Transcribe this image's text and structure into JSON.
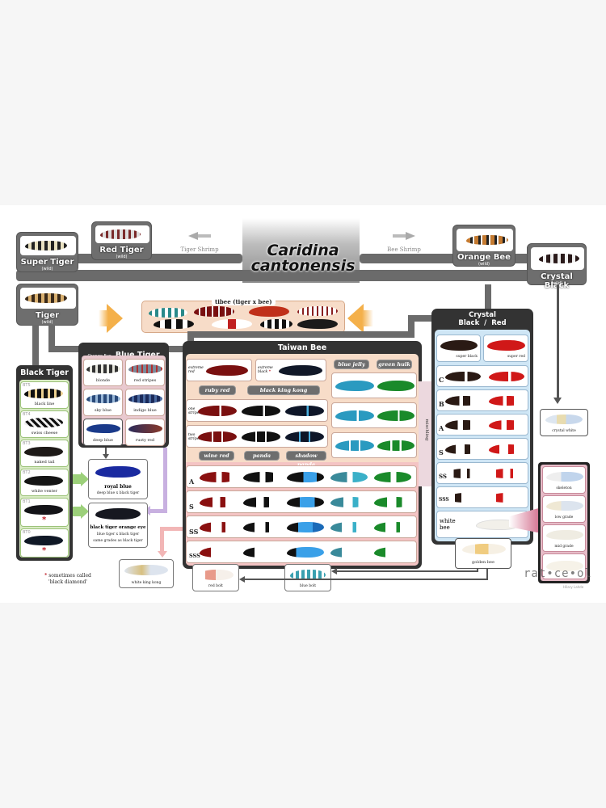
{
  "title": {
    "line1": "Caridina",
    "line2": "cantonensis"
  },
  "directions": {
    "tiger": "Tiger Shrimp",
    "bee": "Bee Shrimp"
  },
  "wild": [
    {
      "name": "Super Tiger",
      "sub": "(wild)"
    },
    {
      "name": "Red Tiger",
      "sub": "(wild)"
    },
    {
      "name": "Tiger",
      "sub": "(wild)"
    },
    {
      "name": "Orange Bee",
      "sub": "(wild)"
    },
    {
      "name": "Crystal Black",
      "sub": "(wild)"
    }
  ],
  "tibee": {
    "label": "tibee (tiger x bee)"
  },
  "black_tiger": {
    "title": "Black Tiger",
    "items": [
      {
        "code": "BT5",
        "name": "black line"
      },
      {
        "code": "BT4",
        "name": "swiss cheese"
      },
      {
        "code": "BT3",
        "name": "naked tail"
      },
      {
        "code": "BT2",
        "name": "white venter"
      },
      {
        "code": "BT1",
        "name": "",
        "star": "*"
      },
      {
        "code": "BT0",
        "name": "",
        "star": "*"
      }
    ],
    "footnote_star": "*",
    "footnote": "sometimes called",
    "footnote2": "'black diamond'"
  },
  "blue_tiger": {
    "prefix": "Orange Eye",
    "title": "Blue Tiger",
    "items": [
      "blonde",
      "red stripes",
      "sky blue",
      "indigo blue",
      "deep blue",
      "rusty red"
    ]
  },
  "royal_blue": {
    "name": "royal blue",
    "desc": "deep blue x black tiger"
  },
  "btoe": {
    "name": "black tiger orange eye",
    "desc": "blue tiger x black tiger",
    "desc2": "same grades as black tiger"
  },
  "white_king_kong": "white king kong",
  "taiwan_bee": {
    "title": "Taiwan Bee",
    "extreme_red": "extreme red",
    "extreme_black": "extreme black",
    "star": "*",
    "pills": [
      "ruby red",
      "black king kong",
      "blue jelly",
      "green hulk",
      "wine red",
      "panda",
      "shadow panda"
    ],
    "stripes": [
      "one stripe",
      "two stripes"
    ],
    "grades": [
      "A",
      "S",
      "SS",
      "SSS"
    ],
    "mischling": "mischling"
  },
  "bolts": [
    "red bolt",
    "blue bolt"
  ],
  "crystal": {
    "title1": "Crystal",
    "title2": "Black",
    "slash": "/",
    "title3": "Red",
    "super": [
      "super black",
      "super red"
    ],
    "grades": [
      "C",
      "B",
      "A",
      "S",
      "SS",
      "SSS"
    ],
    "white_bee": "white bee",
    "golden_bee": "golden bee",
    "crystal_white": "crystal white"
  },
  "snow_white": [
    "skeleton",
    "low grade",
    "mid grade",
    ""
  ],
  "watermark": "rat•ce•ol",
  "credit": "Hilary Lahde",
  "colors": {
    "frame": "#6e6e6e",
    "tb_bg": "#f7dcc8",
    "cr_bg": "#cfe6f5",
    "bt_bg": "#d9ebc4",
    "blt_bg": "#e9c9cf",
    "sw_bg": "#e7bcc8",
    "arrow": "#f4b04a"
  }
}
